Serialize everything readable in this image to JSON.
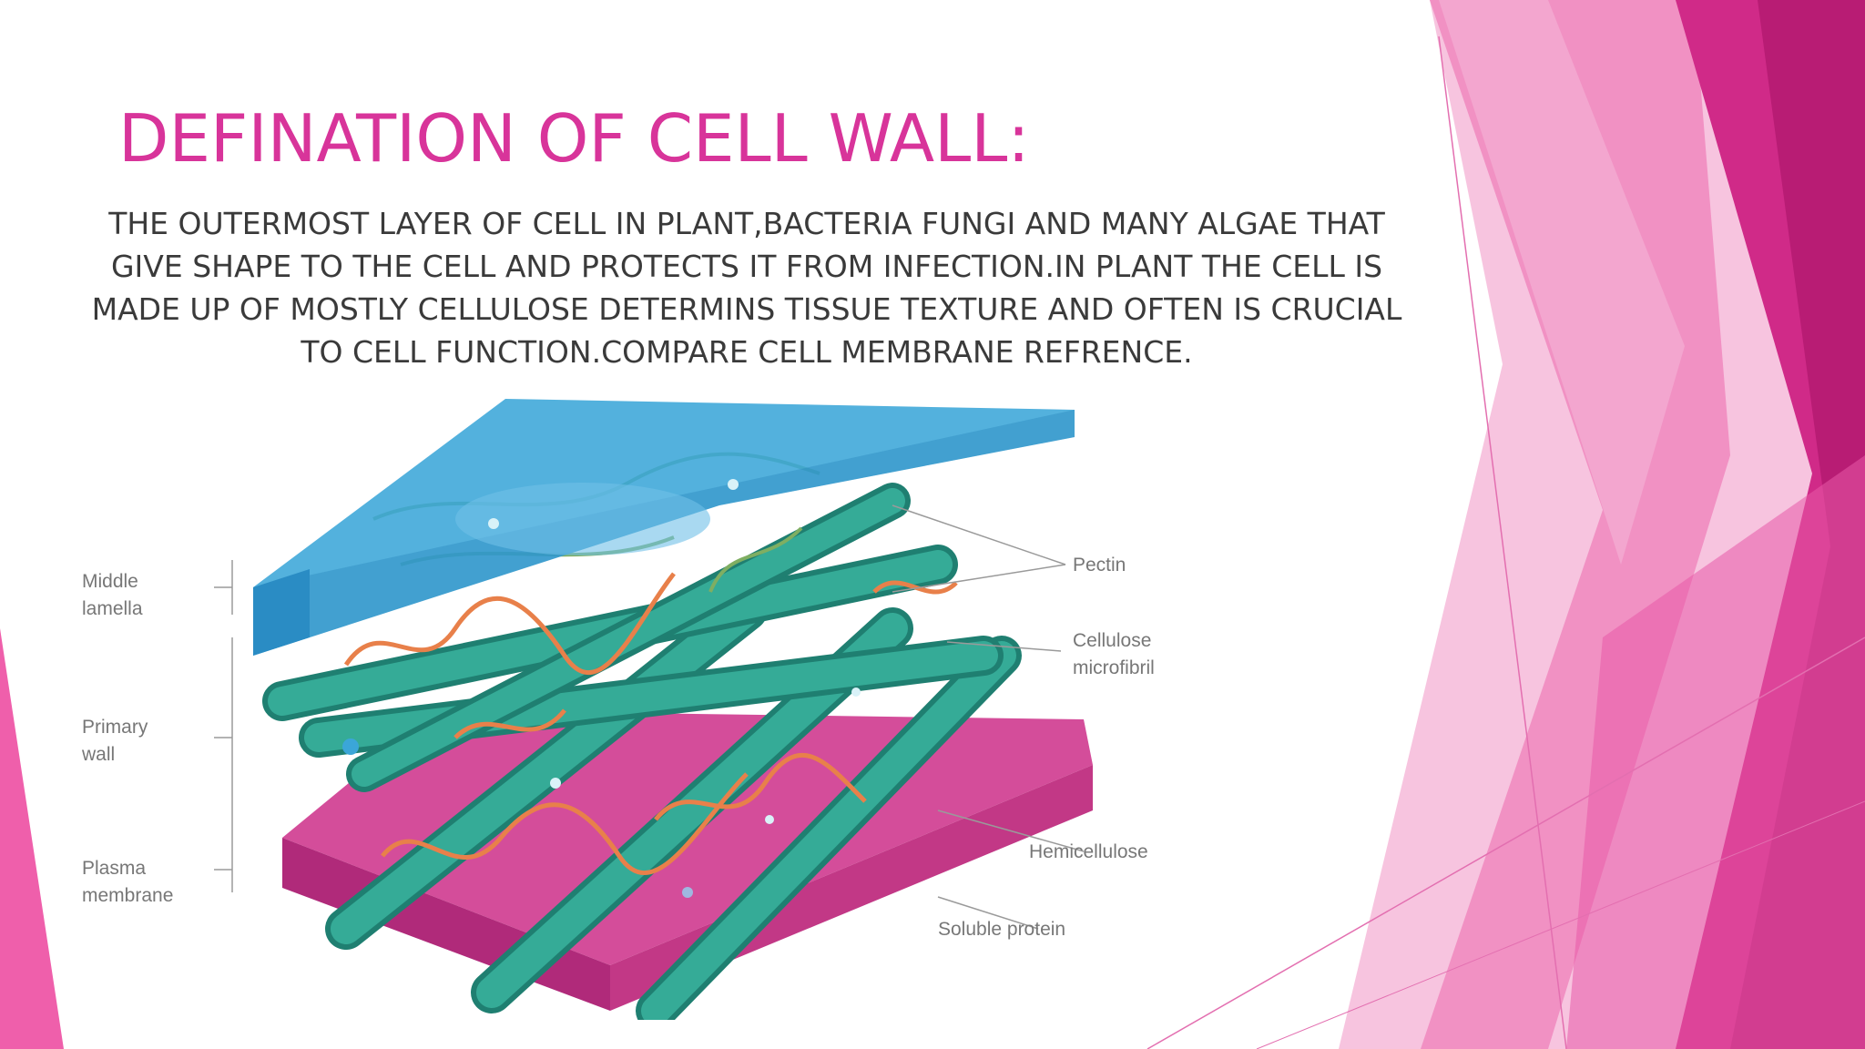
{
  "slide": {
    "title": "DEFINATION OF CELL WALL:",
    "body": "THE OUTERMOST LAYER OF CELL IN PLANT,BACTERIA FUNGI AND MANY ALGAE THAT GIVE SHAPE TO THE CELL AND PROTECTS IT FROM INFECTION.IN PLANT THE CELL IS MADE UP OF MOSTLY CELLULOSE DETERMINS TISSUE TEXTURE AND OFTEN IS CRUCIAL TO CELL FUNCTION.COMPARE CELL MEMBRANE REFRENCE."
  },
  "diagram": {
    "labels": {
      "middle_lamella_1": "Middle",
      "middle_lamella_2": "lamella",
      "primary_wall_1": "Primary",
      "primary_wall_2": "wall",
      "plasma_membrane_1": "Plasma",
      "plasma_membrane_2": "membrane",
      "pectin": "Pectin",
      "cellulose_1": "Cellulose",
      "cellulose_2": "microfibril",
      "hemicellulose": "Hemicellulose",
      "soluble_protein": "Soluble protein"
    }
  },
  "theme": {
    "title_color": "#d8349a",
    "text_color": "#3a3a3a",
    "accent_pink": "#e0479d",
    "accent_magenta": "#b81c74",
    "light_pink": "#f3a6cf",
    "fibril_color": "#2a9e8c",
    "top_layer_color": "#3ba6d8",
    "bottom_layer_color": "#cc3f8f"
  }
}
